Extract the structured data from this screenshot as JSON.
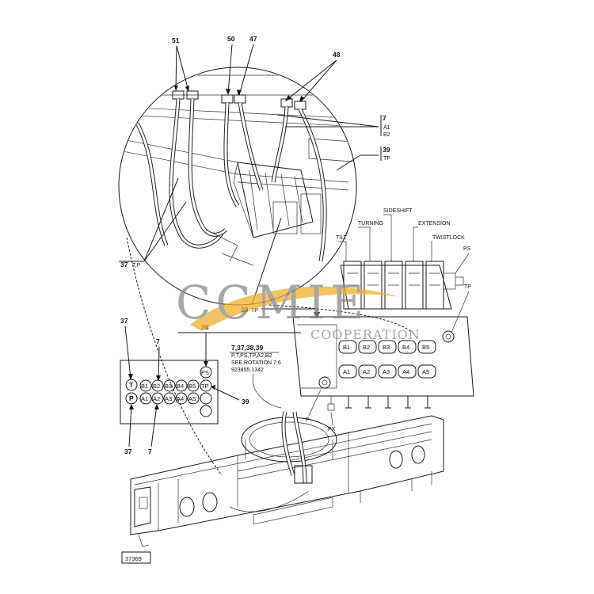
{
  "callouts": {
    "c51": "51",
    "c50": "50",
    "c47": "47",
    "c48": "48",
    "c7_top": "7",
    "a1_top": "A1",
    "b2_top": "B2",
    "c39_top": "39",
    "tp_top": "TP",
    "c37_left": "37",
    "tp_left": "T,P",
    "c29": "29",
    "tp_29": "TP",
    "c37_a": "37",
    "c7_a": "7",
    "c38": "38",
    "c39_b": "39",
    "c37_b": "37",
    "c7_b": "7"
  },
  "valve_labels": {
    "tilt": "TILT",
    "turning": "TURNING",
    "sideshift": "SIDESHIFT",
    "extension": "EXTENSION",
    "twistlock": "TWISTLOCK",
    "ps": "PS",
    "tp": "TP",
    "p": "P",
    "px": "PX",
    "b_ports": [
      "B1",
      "B2",
      "B3",
      "B4",
      "B5"
    ],
    "a_ports": [
      "A1",
      "A2",
      "A3",
      "A4",
      "A5"
    ]
  },
  "note": {
    "ref": "7,37,38,39",
    "line1": "P,T,PS,TP,A2,B2",
    "line2": "SEE ROTATION 7:6",
    "line3": "923855.1342"
  },
  "port_map": {
    "t": "T",
    "p": "P",
    "ps": "PS",
    "tp": "TP",
    "b_row": [
      "B1",
      "B2",
      "B3",
      "B4",
      "B5"
    ],
    "a_row": [
      "A1",
      "A2",
      "A3",
      "A4",
      "A5"
    ]
  },
  "watermark": {
    "main": "CCMIE",
    "sub": "COOPERATION"
  },
  "figure_id": "37369",
  "colors": {
    "line": "#1a1a1a",
    "watermark": "#8a8a8a",
    "swoosh": "#f0b030"
  }
}
